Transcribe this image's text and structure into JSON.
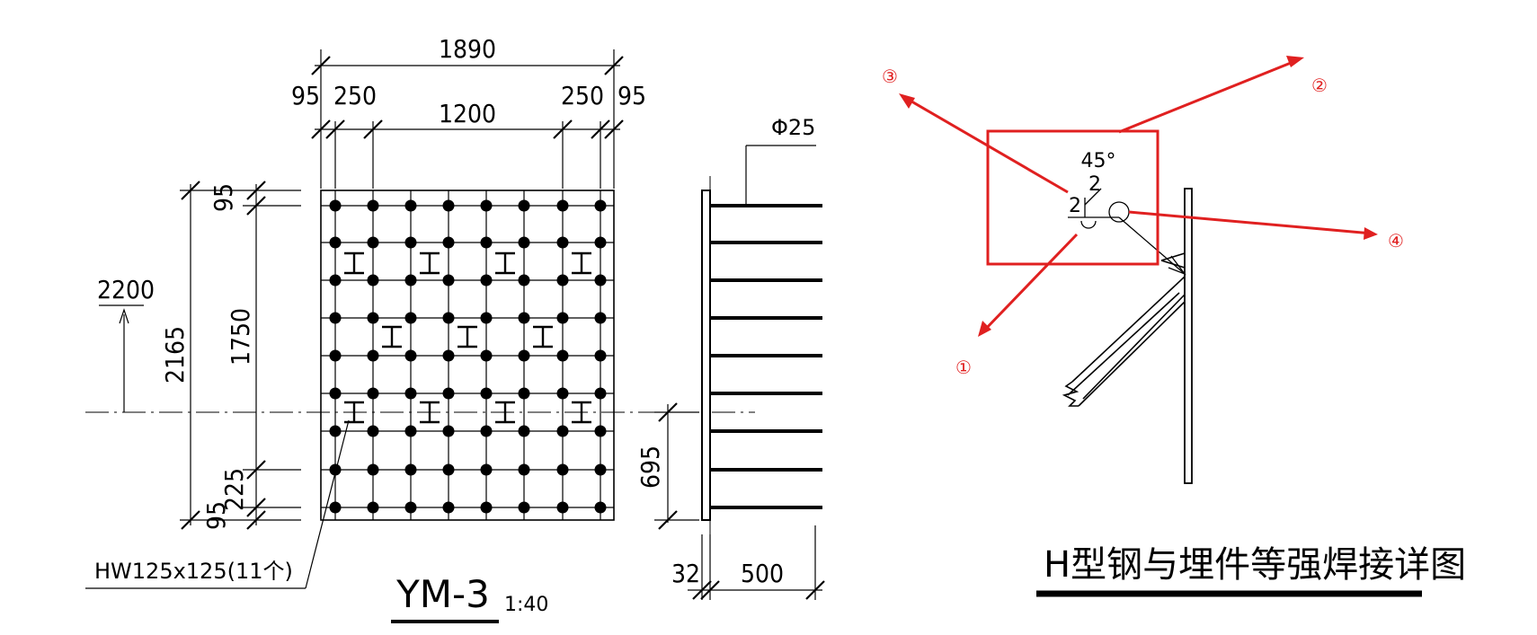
{
  "plate": {
    "top_dims": {
      "overall": "1890",
      "edge_left": "95",
      "bay_left": "250",
      "middle": "1200",
      "bay_right": "250",
      "edge_right": "95"
    },
    "side_dims": {
      "level": "2200",
      "overall": "2165",
      "middle": "1750",
      "top_edge": "95",
      "bottom_bay": "225",
      "bottom_edge": "95"
    },
    "section_dims": {
      "offset": "695",
      "thickness": "32",
      "bar_length": "500"
    },
    "rebar": "Φ25",
    "steel_label": "HW125x125(11个)",
    "name": "YM-3",
    "scale": "1:40"
  },
  "detail": {
    "title": "H型钢与埋件等强焊接详图",
    "angle": "45°",
    "weld_upper": "2",
    "weld_lower": "2",
    "callouts": [
      "③",
      "②",
      "④",
      "①"
    ]
  },
  "colors": {
    "ink": "#000000",
    "markup": "#e02020"
  }
}
